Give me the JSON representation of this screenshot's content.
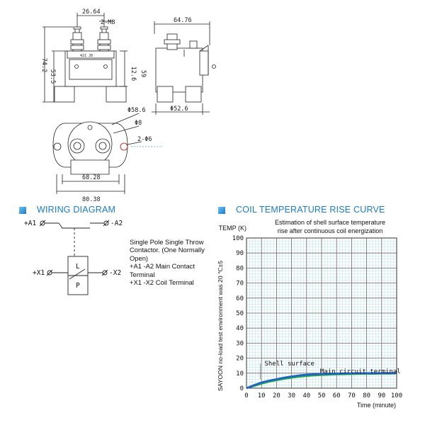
{
  "top_view": {
    "dim_width_1": "26.64",
    "dim_thread": "2-M8",
    "dim_height_total": "74.2",
    "dim_height_body": "53.5",
    "label_plate": "421 J8"
  },
  "side_view": {
    "dim_width": "64.76",
    "dim_12_6": "12.6",
    "dim_59": "59",
    "dim_diameter": "Φ52.6"
  },
  "bottom_view": {
    "dim_dia_large": "Φ58.6",
    "dim_dia_8": "Φ8",
    "dim_holes": "2-Φ6",
    "dim_width_1": "68.28",
    "dim_width_2": "80.38"
  },
  "wiring": {
    "title": "WIRING DIAGRAM",
    "label_a1": "+A1",
    "label_a2": "-A2",
    "label_x1": "+X1",
    "label_x2": "-X2",
    "coil_l": "L",
    "coil_p": "P",
    "desc_line1": "Single Pole Single Throw",
    "desc_line2": "Contactor. (One Normally",
    "desc_line3": "Open)",
    "desc_line4": "+A1 -A2  Main Contact",
    "desc_line5": "Terminal",
    "desc_line6": "+X1 -X2 Coil Terminal"
  },
  "temperature": {
    "title": "COIL TEMPERATURE RISE CURVE",
    "caption_line1": "Estimation of shell surface temperature",
    "caption_line2": "rise after continuous coil energization"
  },
  "chart_data": {
    "type": "line",
    "ylabel": "TEMP (K)",
    "xlabel": "Time (minute)",
    "side_note": "SAYOON no-load test environment was 20 ℃±5",
    "xlim": [
      0,
      100
    ],
    "ylim": [
      0,
      100
    ],
    "x_ticks": [
      0,
      10,
      20,
      30,
      40,
      50,
      60,
      70,
      80,
      90,
      100
    ],
    "y_ticks": [
      0,
      10,
      20,
      30,
      40,
      50,
      60,
      70,
      80,
      90,
      100
    ],
    "grid": true,
    "x": [
      0,
      5,
      10,
      15,
      20,
      25,
      30,
      35,
      40,
      45,
      50,
      55,
      60,
      65,
      70,
      75,
      80,
      85,
      90,
      95,
      100
    ],
    "series": [
      {
        "name": "Shell surface",
        "color": "#1fa84a",
        "values": [
          0,
          1.5,
          3,
          4.3,
          5.3,
          6.2,
          7,
          7.6,
          8.1,
          8.5,
          8.8,
          9,
          9.2,
          9.3,
          9.4,
          9.5,
          9.6,
          9.6,
          9.7,
          9.7,
          9.8
        ]
      },
      {
        "name": "Main circuit terminal",
        "color": "#1f5fc9",
        "values": [
          0,
          2,
          3.8,
          5,
          6,
          7,
          7.8,
          8.5,
          9,
          9.3,
          9.5,
          9.6,
          9.7,
          9.8,
          9.9,
          9.9,
          10,
          10,
          10,
          10,
          10
        ]
      }
    ],
    "annotations": [
      {
        "text": "Shell surface",
        "x": 12,
        "y": 15
      },
      {
        "text": "Main circuit terminal",
        "x": 49,
        "y": 9.8
      }
    ],
    "colors": {
      "grid_major": "#6a6a6a",
      "grid_minor": "#b5e0e6",
      "title": "#1a7cc6"
    }
  }
}
